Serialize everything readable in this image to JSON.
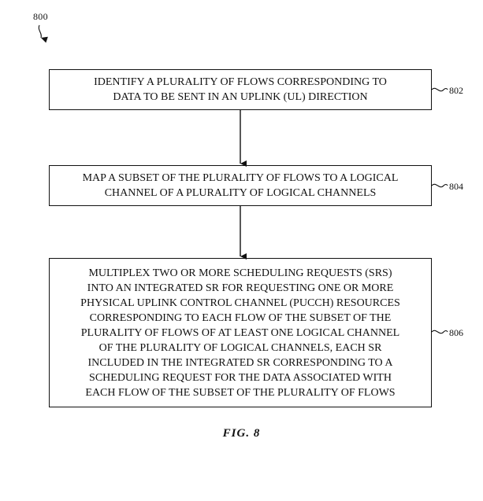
{
  "figure": {
    "number": "800",
    "caption": "FIG. 8"
  },
  "steps": [
    {
      "ref": "802",
      "text": "IDENTIFY A PLURALITY OF FLOWS CORRESPONDING TO\nDATA TO BE SENT IN AN UPLINK (UL) DIRECTION"
    },
    {
      "ref": "804",
      "text": "MAP A SUBSET OF THE PLURALITY OF FLOWS TO A LOGICAL\nCHANNEL OF A PLURALITY OF LOGICAL CHANNELS"
    },
    {
      "ref": "806",
      "text": "MULTIPLEX TWO OR MORE SCHEDULING REQUESTS (SRS)\nINTO AN INTEGRATED SR FOR REQUESTING ONE OR MORE\nPHYSICAL UPLINK CONTROL CHANNEL (PUCCH) RESOURCES\nCORRESPONDING TO EACH FLOW OF THE SUBSET OF THE\nPLURALITY OF FLOWS OF AT LEAST ONE LOGICAL CHANNEL\nOF THE PLURALITY OF LOGICAL CHANNELS, EACH SR\nINCLUDED IN THE INTEGRATED SR CORRESPONDING TO A\nSCHEDULING REQUEST FOR THE DATA ASSOCIATED WITH\nEACH FLOW OF THE SUBSET OF THE PLURALITY OF FLOWS"
    }
  ]
}
